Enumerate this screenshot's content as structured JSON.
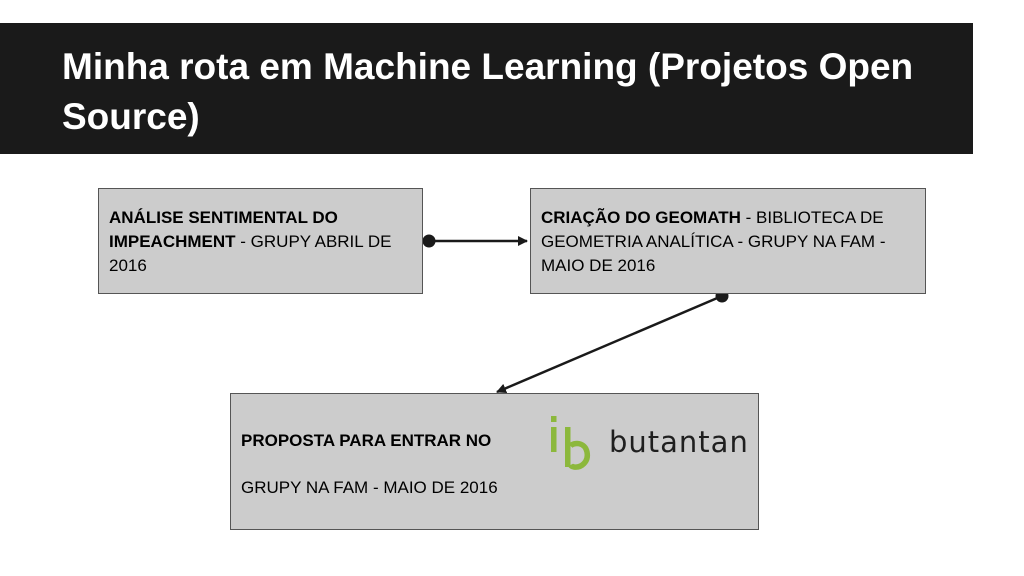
{
  "slide": {
    "title": "Minha rota em Machine Learning (Projetos Open Source)"
  },
  "diagram": {
    "nodes": [
      {
        "id": "analise",
        "bold": "ANÁLISE SENTIMENTAL DO IMPEACHMENT",
        "rest": " - GRUPY ABRIL DE 2016"
      },
      {
        "id": "geomath",
        "bold": "CRIAÇÃO DO GEOMATH",
        "rest": " - BIBLIOTECA DE GEOMETRIA ANALÍTICA - GRUPY NA FAM - MAIO DE 2016"
      },
      {
        "id": "proposta",
        "bold": "PROPOSTA PARA ENTRAR NO",
        "rest": "GRUPY NA FAM - MAIO DE 2016",
        "logo": {
          "text": "butantan",
          "icon": "ib-butantan-logo-icon",
          "accent_color": "#8cb83c"
        }
      }
    ],
    "edges": [
      {
        "from": "analise",
        "to": "geomath"
      },
      {
        "from": "geomath",
        "to": "proposta"
      }
    ],
    "colors": {
      "title_bar": "#1a1a1a",
      "box_fill": "#cccccc",
      "connector": "#1a1a1a"
    }
  }
}
